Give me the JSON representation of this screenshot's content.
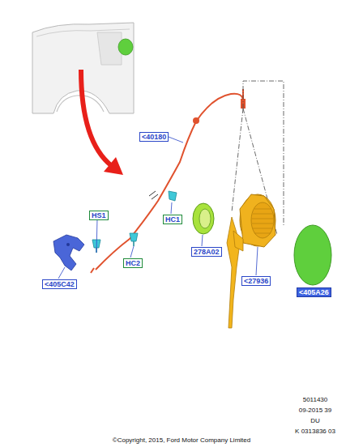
{
  "diagram": {
    "labels": [
      "<40180",
      "HS1",
      "HC1",
      "278A02",
      "HC2",
      "<405C42",
      "<27936",
      "<405A26",
      "5011430",
      "09-2015 39",
      "DU",
      "K 0313836 03",
      "©Copyright, 2015, Ford Motor Company Limited"
    ]
  }
}
